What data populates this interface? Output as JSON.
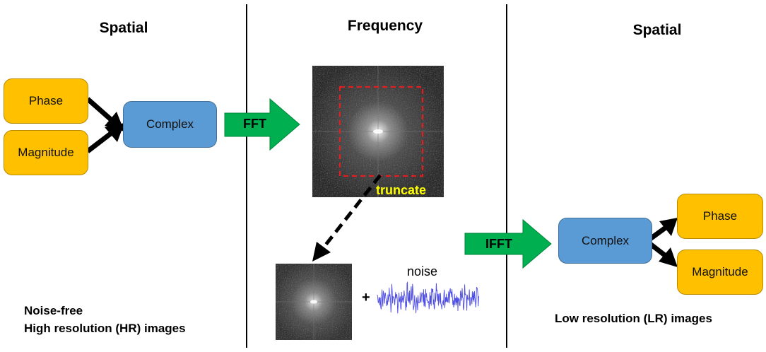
{
  "headings": {
    "left": "Spatial",
    "middle": "Frequency",
    "right": "Spatial"
  },
  "left_panel": {
    "phase": "Phase",
    "magnitude": "Magnitude",
    "complex": "Complex",
    "note_line1": "Noise-free",
    "note_line2": "High resolution (HR) images"
  },
  "middle_panel": {
    "fft_label": "FFT",
    "truncate_label": "truncate",
    "plus": "+",
    "noise_label": "noise"
  },
  "right_panel": {
    "ifft_label": "IFFT",
    "complex": "Complex",
    "phase": "Phase",
    "magnitude": "Magnitude",
    "note": "Low resolution (LR) images"
  },
  "colors": {
    "gold_box": "#ffc000",
    "blue_box": "#5b9bd5",
    "green_arrow": "#00b050",
    "truncate_box": "#e02020",
    "truncate_text": "#ffff00",
    "noise_signal": "#3a3ae0"
  }
}
